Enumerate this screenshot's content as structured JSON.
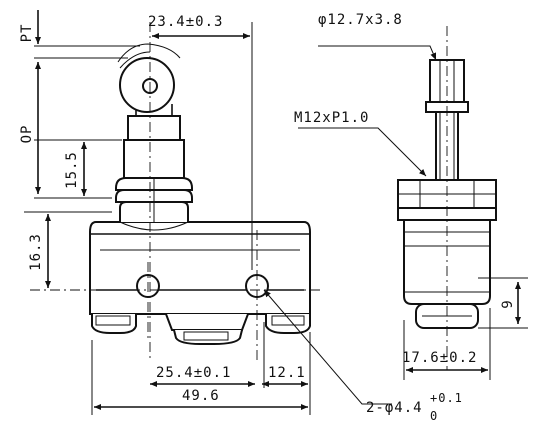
{
  "dimensions": {
    "pt": "PT",
    "op": "OP",
    "d_23_4": "23.4±0.3",
    "d_15_5": "15.5",
    "d_16_3": "16.3",
    "d_25_4": "25.4±0.1",
    "d_12_1": "12.1",
    "d_49_6": "49.6",
    "roller": "φ12.7x3.8",
    "thread": "M12xP1.0",
    "d_9": "9",
    "d_17_6": "17.6±0.2",
    "holes": "2-φ4.4",
    "tol_upper": "+0.1",
    "tol_lower": "0"
  }
}
